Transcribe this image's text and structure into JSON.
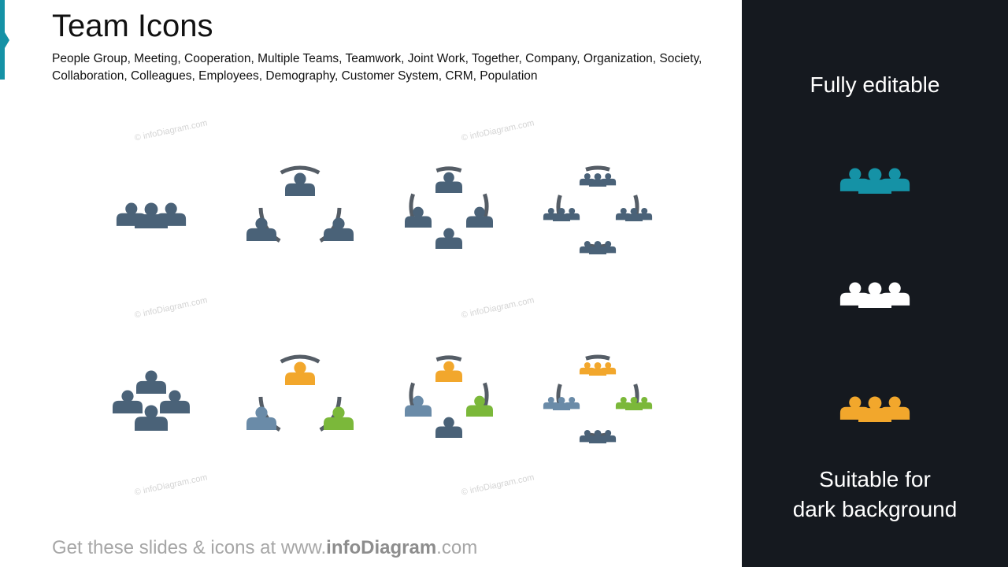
{
  "header": {
    "title": "Team Icons",
    "subtitle": "People Group, Meeting, Cooperation, Multiple Teams, Teamwork, Joint Work, Together, Company, Organization, Society, Collaboration, Colleagues, Employees, Demography, Customer System, CRM, Population"
  },
  "watermark_text": "© infoDiagram.com",
  "icons": [
    {
      "name": "team-group-icon",
      "variant": "group-3",
      "colors": [
        "#4a6278",
        "#4a6278",
        "#4a6278"
      ]
    },
    {
      "name": "team-circle-3-icon",
      "variant": "circle-3",
      "colors": [
        "#4a6278",
        "#4a6278",
        "#4a6278"
      ]
    },
    {
      "name": "team-circle-4-icon",
      "variant": "circle-4",
      "colors": [
        "#4a6278",
        "#4a6278",
        "#4a6278",
        "#4a6278"
      ]
    },
    {
      "name": "multiple-teams-circle-icon",
      "variant": "teams-circle-4",
      "colors": [
        "#4a6278",
        "#4a6278",
        "#4a6278",
        "#4a6278"
      ]
    },
    {
      "name": "team-crowd-icon",
      "variant": "crowd-5",
      "colors": [
        "#4a6278"
      ]
    },
    {
      "name": "team-circle-3-color-icon",
      "variant": "circle-3",
      "colors": [
        "#f2a72c",
        "#6a8ba8",
        "#7bb83a"
      ]
    },
    {
      "name": "team-circle-4-color-icon",
      "variant": "circle-4",
      "colors": [
        "#f2a72c",
        "#7bb83a",
        "#4a6278",
        "#6a8ba8"
      ]
    },
    {
      "name": "multiple-teams-circle-color-icon",
      "variant": "teams-circle-4",
      "colors": [
        "#f2a72c",
        "#7bb83a",
        "#4a6278",
        "#6a8ba8"
      ]
    }
  ],
  "colors": {
    "accent": "#1592a6",
    "icon_dark": "#4a6278",
    "icon_light": "#6a8ba8",
    "orange": "#f2a72c",
    "green": "#7bb83a",
    "ring": "#555d66",
    "panel_bg": "#15191f"
  },
  "footer": {
    "prefix": "Get these slides & icons at www.",
    "brand": "infoDiagram",
    "suffix": ".com"
  },
  "panel": {
    "heading": "Fully editable",
    "caption_line1": "Suitable for",
    "caption_line2": "dark background",
    "icons": [
      {
        "name": "team-teal-icon",
        "color": "#1592a6"
      },
      {
        "name": "team-white-icon",
        "color": "#ffffff"
      },
      {
        "name": "team-orange-icon",
        "color": "#f2a72c"
      }
    ]
  }
}
